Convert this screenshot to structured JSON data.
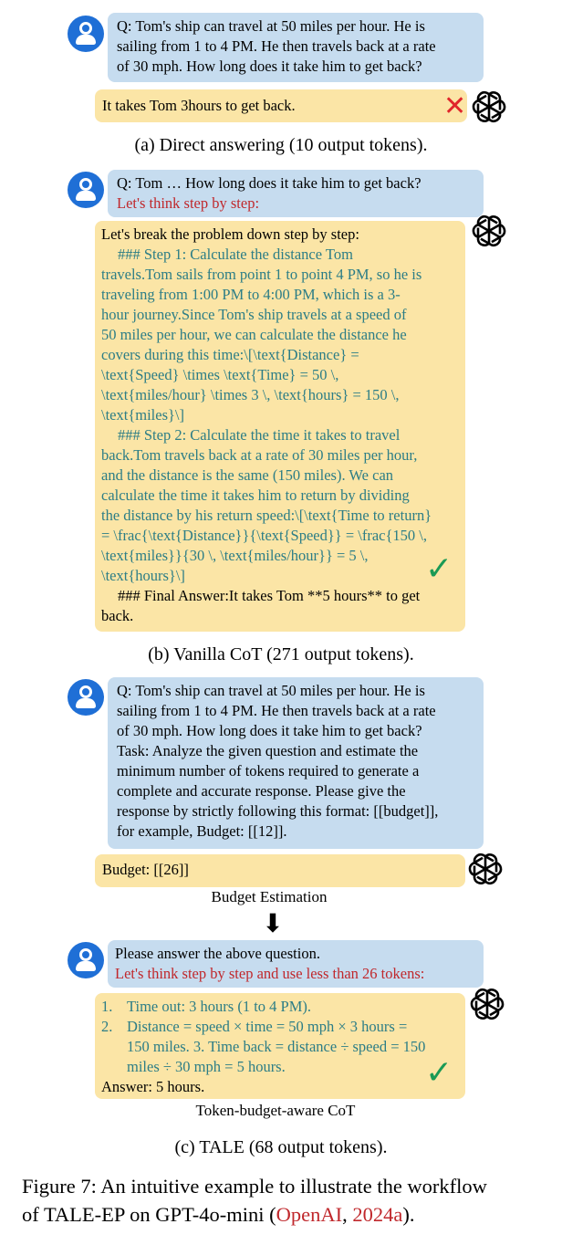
{
  "panel_a": {
    "question_lines": [
      "Q: Tom's ship can travel at 50 miles per hour. He is",
      "sailing from 1 to 4 PM. He then travels back at a rate",
      "of 30 mph. How long does it take him to get back?"
    ],
    "answer": "It takes Tom 3hours to get back.",
    "mark": "✕",
    "caption": "(a) Direct answering (10 output tokens)."
  },
  "panel_b": {
    "question": "Q: Tom … How long does it take him to get back?",
    "prompt": "Let's think step by step:",
    "answer_intro": "Let's break the problem down step by step:",
    "step1_lines": [
      "### Step 1: Calculate the distance Tom",
      "travels.Tom sails from point 1 to point 4 PM, so he is",
      "traveling from 1:00 PM to 4:00 PM, which is a 3-",
      "hour journey.Since Tom's ship travels at a speed of",
      "50 miles per hour, we can calculate the distance he",
      "covers during this time:\\[\\text{Distance} =",
      "\\text{Speed} \\times \\text{Time} = 50 \\,",
      "\\text{miles/hour} \\times 3 \\, \\text{hours} = 150 \\,",
      "\\text{miles}\\]"
    ],
    "step2_lines": [
      "### Step 2: Calculate the time it takes to travel",
      "back.Tom travels back at a rate of 30 miles per hour,",
      "and the distance is the same (150 miles). We can",
      "calculate the time it takes him to return by dividing",
      "the distance by his return speed:\\[\\text{Time to return}",
      "= \\frac{\\text{Distance}}{\\text{Speed}} = \\frac{150 \\,",
      "\\text{miles}}{30 \\, \\text{miles/hour}} = 5 \\,",
      "\\text{hours}\\]"
    ],
    "final_lines": [
      "### Final Answer:It takes Tom **5 hours** to get",
      "back."
    ],
    "mark": "✓",
    "caption": "(b) Vanilla CoT (271 output tokens)."
  },
  "panel_c": {
    "question_lines": [
      "Q: Tom's ship can travel at 50 miles per hour. He is",
      "sailing from 1 to 4 PM. He then travels back at a rate",
      "of 30 mph. How long does it take him to get back?",
      "Task: Analyze the given question and estimate the",
      "minimum number of tokens required to generate a",
      "complete and accurate response. Please give the",
      "response by strictly following this format: [[budget]],",
      "for example, Budget: [[12]]."
    ],
    "budget_answer": "Budget: [[26]]",
    "budget_label": "Budget Estimation",
    "arrow": "⬇",
    "question2": "Please answer the above question.",
    "prompt2": "Let's think step by step and use less than 26 tokens:",
    "items": [
      {
        "num": "1.",
        "lines": [
          "Time out: 3 hours (1 to 4 PM)."
        ]
      },
      {
        "num": "2.",
        "lines": [
          "Distance = speed × time = 50 mph × 3 hours =",
          "150 miles. 3. Time back = distance ÷ speed = 150",
          "miles ÷ 30 mph = 5 hours."
        ]
      }
    ],
    "answer_line": "Answer: 5 hours.",
    "mark": "✓",
    "sub_label": "Token-budget-aware CoT",
    "caption": "(c) TALE (68 output tokens)."
  },
  "figure_caption": {
    "line1": "Figure 7: An intuitive example to illustrate the workflow",
    "line2_a": "of TALE-EP on GPT-4o-mini (",
    "cite_name": "OpenAI",
    "sep": ", ",
    "cite_year": "2024a",
    "line2_b": ")."
  },
  "colors": {
    "question_bg": "#c6dcef",
    "answer_bg": "#fbe5a6",
    "avatar": "#1f6fd6",
    "prompt_red": "#c0282c",
    "reasoning_teal": "#2c7d86",
    "check_green": "#1a9a55",
    "cross_red": "#e0262b"
  },
  "icons": {
    "user": "user-avatar-icon",
    "model": "openai-logo-icon"
  }
}
